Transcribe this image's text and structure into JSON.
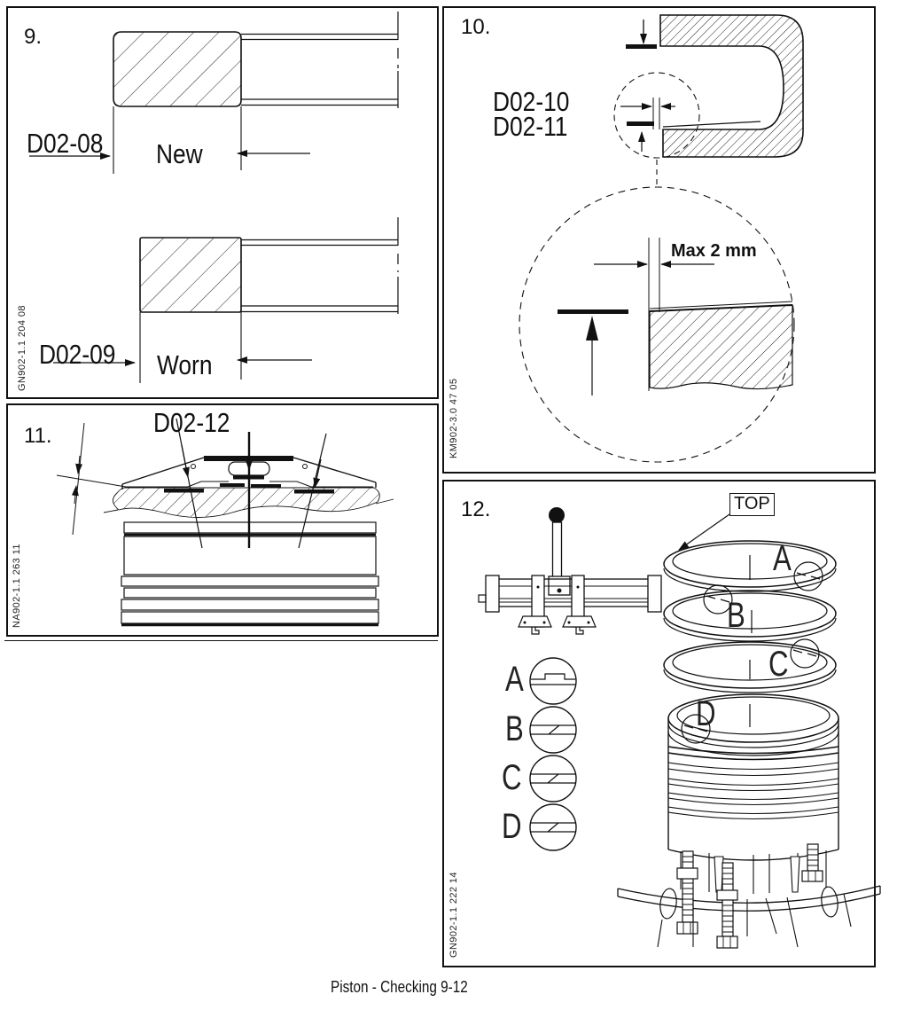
{
  "caption": "Piston - Checking 9-12",
  "colors": {
    "ink": "#111111",
    "background": "#ffffff"
  },
  "panels": {
    "nine": {
      "number": "9.",
      "figure_ref": "GN902-1.1 204 08",
      "clearance_new_code": "D02-08",
      "clearance_new_label": "New",
      "clearance_worn_code": "D02-09",
      "clearance_worn_label": "Worn"
    },
    "ten": {
      "number": "10.",
      "figure_ref": "KM902-3.0 47 05",
      "clearance_code_1": "D02-10",
      "clearance_code_2": "D02-11",
      "max_note": "Max 2 mm"
    },
    "eleven": {
      "number": "11.",
      "figure_ref": "NA902-1.1 263 11",
      "clearance_code": "D02-12"
    },
    "twelve": {
      "number": "12.",
      "figure_ref": "GN902-1.1 222 14",
      "top_marking": "TOP",
      "ring_labels": {
        "a": "A",
        "b": "B",
        "c": "C",
        "d": "D"
      },
      "gap_detail_labels": {
        "a": "A",
        "b": "B",
        "c": "C",
        "d": "D"
      }
    }
  }
}
